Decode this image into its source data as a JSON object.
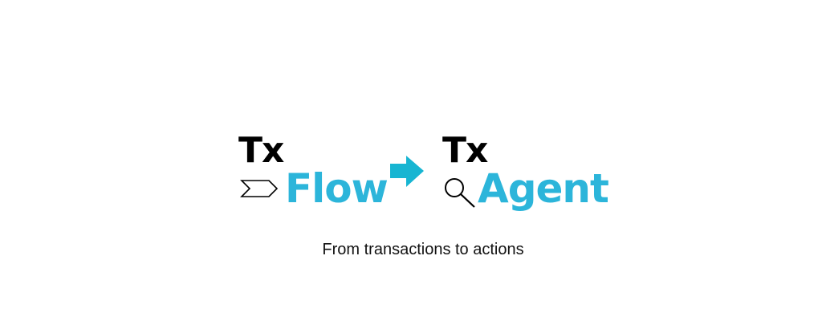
{
  "logo_left": {
    "prefix": "Tx",
    "word": "Flow",
    "icon": "chevron-arrow-icon"
  },
  "transition_icon": "arrow-right-icon",
  "logo_right": {
    "prefix": "Tx",
    "word": "Agent",
    "icon": "magnifier-icon"
  },
  "tagline": "From transactions to actions",
  "colors": {
    "accent": "#2cb5da",
    "arrow": "#17b5d2",
    "text": "#000000"
  }
}
